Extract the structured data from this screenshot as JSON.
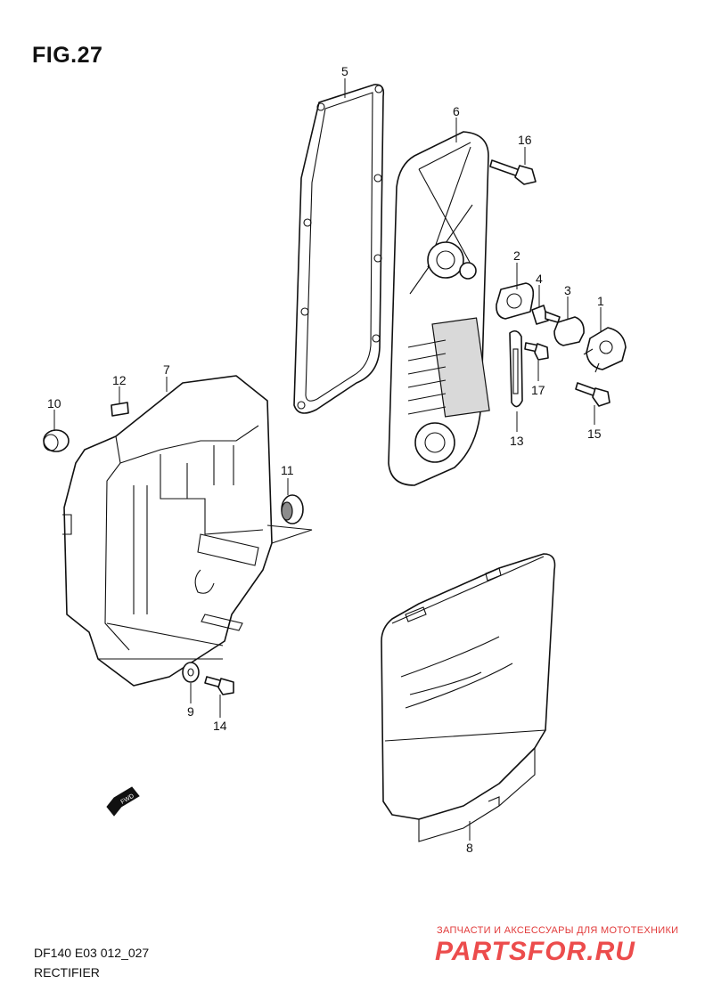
{
  "figure": {
    "title": "FIG.27",
    "model_code": "DF140 E03 012_027",
    "section_name": "RECTIFIER",
    "fwd_label": "FWD"
  },
  "callouts": {
    "c1": "1",
    "c2": "2",
    "c3": "3",
    "c4": "4",
    "c5": "5",
    "c6": "6",
    "c7": "7",
    "c8": "8",
    "c9": "9",
    "c10": "10",
    "c11": "11",
    "c12": "12",
    "c13": "13",
    "c14": "14",
    "c15": "15",
    "c16": "16",
    "c17": "17"
  },
  "watermark": {
    "tagline": "ЗАПЧАСТИ И АКСЕССУАРЫ ДЛЯ МОТОТЕХНИКИ",
    "brand": "PARTSFOR.RU",
    "color": "#ec4c4c"
  }
}
